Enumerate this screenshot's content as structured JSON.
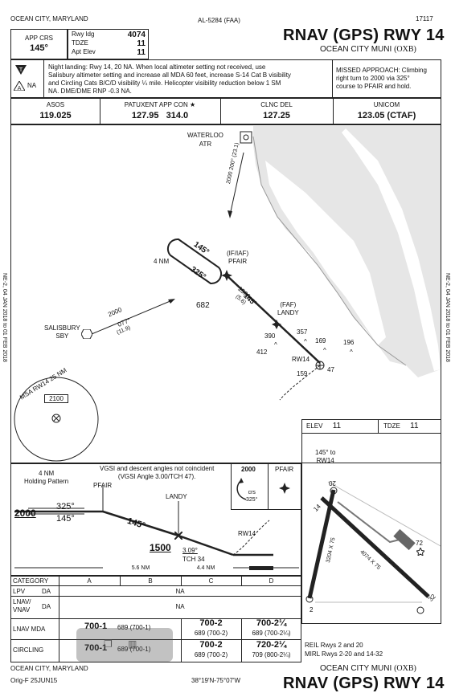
{
  "header": {
    "location": "OCEAN CITY, MARYLAND",
    "chart_id": "AL-5284 (FAA)",
    "number": "17117",
    "title": "RNAV (GPS) RWY 14",
    "airport": "OCEAN CITY MUNI",
    "airport_code": "(OXB)"
  },
  "briefing": {
    "app_crs_label": "APP CRS",
    "app_crs_value": "145°",
    "rwy_ldg_label": "Rwy ldg",
    "rwy_ldg_value": "4074",
    "tdze_label": "TDZE",
    "tdze_value": "11",
    "apt_elev_label": "Apt Elev",
    "apt_elev_value": "11",
    "na_label": "NA",
    "notes": "Night landing: Rwy 14, 20 NA. When local altimeter setting not received, use Salisbury altimeter setting and increase all MDA 60 feet, increase S-14 Cat B visibility and Circling Cats B/C/D visibility ¼ mile. Helicopter visibility reduction below 1 SM NA. DME/DME RNP -0.3 NA.",
    "notes_lines": [
      "Night landing: Rwy 14, 20 NA. When local altimeter setting not received, use",
      "Salisbury altimeter setting and increase all MDA 60 feet, increase S-14 Cat B visibility",
      "and Circling Cats B/C/D visibility ¼ mile. Helicopter visibility reduction below 1 SM",
      "NA. DME/DME RNP -0.3 NA."
    ],
    "missed_lines": [
      "MISSED APPROACH: Climbing",
      "right turn to 2000 via 325°",
      "course to PFAIR and hold."
    ]
  },
  "comms": [
    {
      "label": "ASOS",
      "value": "119.025"
    },
    {
      "label": "PATUXENT APP CON ★",
      "value": "127.95   314.0"
    },
    {
      "label": "CLNC DEL",
      "value": "127.25"
    },
    {
      "label": "UNICOM",
      "value": "123.05 (CTAF)"
    }
  ],
  "plan": {
    "waterloo": [
      "WATERLOO",
      "ATR"
    ],
    "waterloo_leg": [
      "2000",
      "200°",
      "(23.1)"
    ],
    "if_label": [
      "(IF/IAF)",
      "PFAIR"
    ],
    "hold_in": "145°",
    "hold_out": "325°",
    "hold_len": "4 NM",
    "seg_alt": "1500",
    "seg_crs": "145°",
    "seg_dist": "(5.6)",
    "faf_label": [
      "(FAF)",
      "LANDY"
    ],
    "salisbury": [
      "SALISBURY",
      "SBY"
    ],
    "sby_leg": [
      "2000",
      "077°",
      "(11.9)"
    ],
    "rw14": "RW14",
    "msa_label": "MSA RW14 25 NM",
    "msa_alt": "2100",
    "obstacles": [
      "682",
      "390",
      "357",
      "169",
      "196",
      "412",
      "159",
      "47"
    ],
    "side_left": "NE-2, 04 JAN 2018 to 01 FEB 2018",
    "side_right": "NE-2, 04 JAN 2018 to 01 FEB 2018"
  },
  "airport_diagram": {
    "elev_label": "ELEV",
    "elev_value": "11",
    "tdze_label": "TDZE",
    "tdze_value": "11",
    "note": [
      "145° to",
      "RW14"
    ],
    "rwy_20": "20",
    "rwy_14": "14",
    "rwy_2": "2",
    "rwy_32": "32",
    "dim_2_20": "3204 X 75",
    "dim_14_32": "4074 X 75",
    "obs_72": "72"
  },
  "profile": {
    "hold_note": [
      "4 NM",
      "Holding Pattern"
    ],
    "vgsi_note": [
      "VGSI and descent angles not coincident",
      "(VGSI Angle 3.00/TCH 47)."
    ],
    "pfair": "PFAIR",
    "landy": "LANDY",
    "alt_2000": "2000",
    "crs_325": "325°",
    "crs_145": "145°",
    "crs_145b": "145°",
    "alt_1500": "1500",
    "angle": "3.09°",
    "tch": "TCH 34",
    "rw14": "RW14",
    "dist1": "5.6 NM",
    "dist2": "4.4 NM",
    "missed_alt": "2000",
    "missed_crs": [
      "crs",
      "325°"
    ],
    "missed_fix": "PFAIR"
  },
  "minimums": {
    "header": [
      "CATEGORY",
      "A",
      "B",
      "C",
      "D"
    ],
    "lpv": [
      "LPV",
      "DA",
      "NA"
    ],
    "lnav_vnav": [
      "LNAV/",
      "VNAV",
      "DA",
      "NA"
    ],
    "lnav_mda": [
      "LNAV MDA",
      "700-1",
      "689 (700-1)",
      "700-2",
      "689 (700-2)",
      "700-2¼",
      "689 (700-2¼)"
    ],
    "circling": [
      "CIRCLING",
      "700-1",
      "689 (700-1)",
      "700-2",
      "689 (700-2)",
      "720-2¼",
      "709 (800-2¼)"
    ],
    "lighting": [
      "REIL Rwys 2 and 20",
      "MIRL Rwys 2-20 and 14-32"
    ]
  },
  "footer": {
    "location": "OCEAN CITY, MARYLAND",
    "orig": "Orig-F 25JUN15",
    "coords": "38°19'N-75°07'W",
    "airport": "OCEAN CITY MUNI",
    "airport_code": "(OXB)",
    "title": "RNAV (GPS) RWY 14"
  }
}
